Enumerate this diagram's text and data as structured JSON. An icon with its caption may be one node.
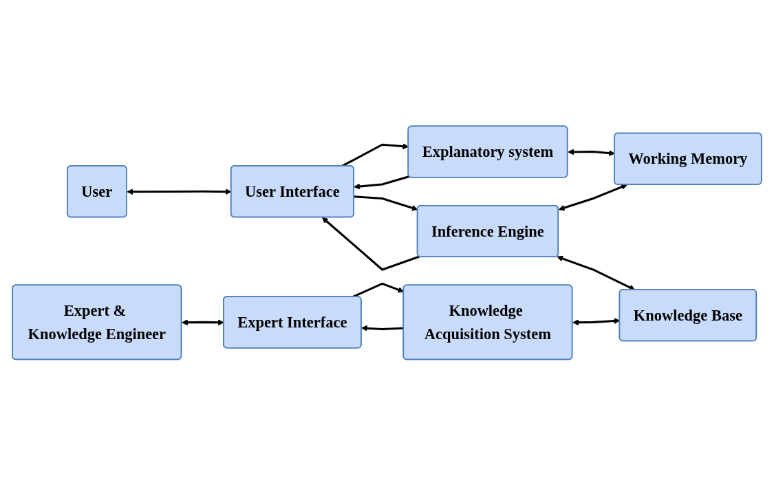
{
  "diagram": {
    "nodes": [
      {
        "text": [
          "User"
        ]
      },
      {
        "text": [
          "User Interface"
        ]
      },
      {
        "text": [
          "Explanatory system"
        ]
      },
      {
        "text": [
          "Working Memory"
        ]
      },
      {
        "text": [
          "Inference Engine"
        ]
      },
      {
        "text": [
          "Knowledge Base"
        ]
      },
      {
        "text": [
          "Expert & Knowledge Engineer"
        ]
      },
      {
        "text": [
          "Expert Interface"
        ]
      },
      {
        "text": [
          "Knowledge Acquisition System"
        ]
      }
    ],
    "edges": [
      {
        "from": 0,
        "to": 1,
        "arrow": "both"
      },
      {
        "from": 1,
        "to": 2,
        "arrow": "to"
      },
      {
        "from": 2,
        "to": 1,
        "arrow": "to"
      },
      {
        "from": 1,
        "to": 4,
        "arrow": "to"
      },
      {
        "from": 4,
        "to": 1,
        "arrow": "to"
      },
      {
        "from": 2,
        "to": 3,
        "arrow": "both"
      },
      {
        "from": 4,
        "to": 3,
        "arrow": "both"
      },
      {
        "from": 4,
        "to": 5,
        "arrow": "both"
      },
      {
        "from": 6,
        "to": 7,
        "arrow": "both"
      },
      {
        "from": 7,
        "to": 8,
        "arrow": "to"
      },
      {
        "from": 8,
        "to": 7,
        "arrow": "to"
      },
      {
        "from": 8,
        "to": 5,
        "arrow": "both"
      }
    ]
  }
}
